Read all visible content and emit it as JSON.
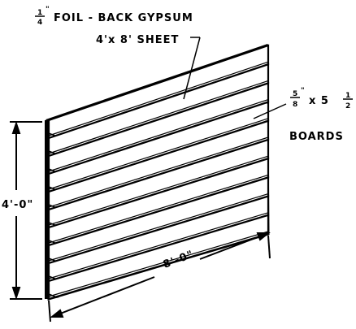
{
  "labels": {
    "gypsum_thickness_num": "1",
    "gypsum_thickness_den": "4",
    "gypsum_thickness_mark": "\"",
    "gypsum_name": "FOIL - BACK GYPSUM",
    "gypsum_sheet_size": "4'x 8' SHEET",
    "board_thickness_num": "5",
    "board_thickness_den": "8",
    "board_thickness_mark": "\"",
    "board_width_times": "x 5",
    "board_width_num": "1",
    "board_width_den": "2",
    "board_name": "BOARDS",
    "height_dimension": "4'-0\"",
    "length_dimension": "8'-0\""
  },
  "board_count": 10
}
